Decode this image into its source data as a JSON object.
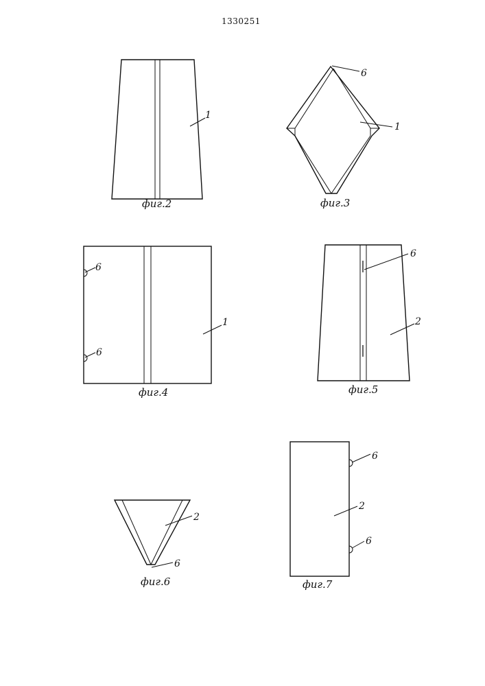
{
  "header": {
    "patent_number": "1330251"
  },
  "figures": [
    {
      "caption": "фиг.2",
      "labels": [
        "1"
      ]
    },
    {
      "caption": "фиг.3",
      "labels": [
        "6",
        "1"
      ]
    },
    {
      "caption": "фиг.4",
      "labels": [
        "6",
        "6",
        "1"
      ]
    },
    {
      "caption": "фиг.5",
      "labels": [
        "6",
        "2"
      ]
    },
    {
      "caption": "фиг.6",
      "labels": [
        "2",
        "6"
      ]
    },
    {
      "caption": "фиг.7",
      "labels": [
        "6",
        "2",
        "6"
      ]
    }
  ]
}
